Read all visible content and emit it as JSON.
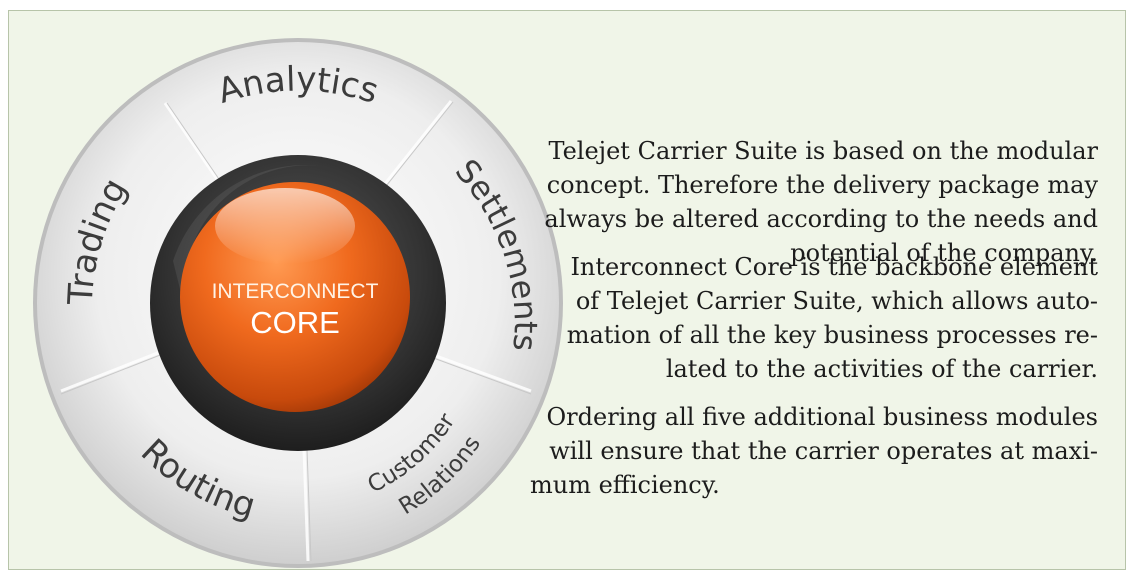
{
  "diagram": {
    "core": {
      "line1": "INTERCONNECT",
      "line2": "CORE"
    },
    "modules": [
      {
        "id": "analytics",
        "label": "Analytics"
      },
      {
        "id": "settlements",
        "label": "Settlements"
      },
      {
        "id": "customer-relations",
        "label_line1": "Customer",
        "label_line2": "Relations"
      },
      {
        "id": "routing",
        "label": "Routing"
      },
      {
        "id": "trading",
        "label": "Trading"
      }
    ],
    "colors": {
      "background": "#f0f5e8",
      "ring": "#e2e2e2",
      "dark_ring": "#3a3a3a",
      "core": "#ee6a1c",
      "label": "#3c3c3c"
    }
  },
  "text": {
    "paragraph1": [
      "Telejet Carrier Suite is based on the modular",
      "concept. Therefore the delivery package may",
      "always be altered according to the needs and",
      "potential of the company."
    ],
    "paragraph2": [
      "Interconnect Core is the backbone element",
      "of Telejet Carrier Suite, which allows auto-",
      "mation of all the key business processes re-",
      "lated to the activities of the carrier."
    ],
    "paragraph3": [
      "Ordering all five additional business modules",
      "will ensure that the carrier operates at maxi-",
      "mum efficiency."
    ]
  }
}
